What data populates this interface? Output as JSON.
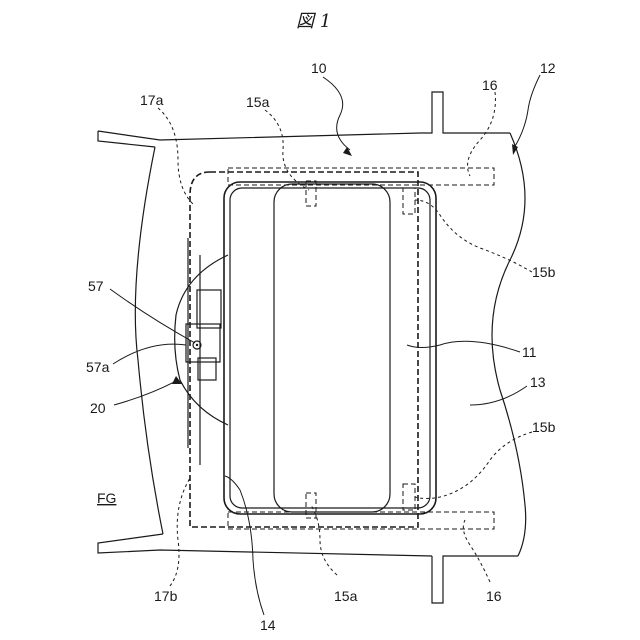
{
  "figure": {
    "title": "図 1",
    "labels": {
      "l10": "10",
      "l12": "12",
      "l16_top": "16",
      "l16_bottom": "16",
      "l17a": "17a",
      "l17b": "17b",
      "l15a_top": "15a",
      "l15a_bottom": "15a",
      "l15b_top": "15b",
      "l15b_bottom": "15b",
      "l57": "57",
      "l57a": "57a",
      "l20": "20",
      "l11": "11",
      "l13": "13",
      "l14": "14",
      "lFG": "FG"
    }
  }
}
